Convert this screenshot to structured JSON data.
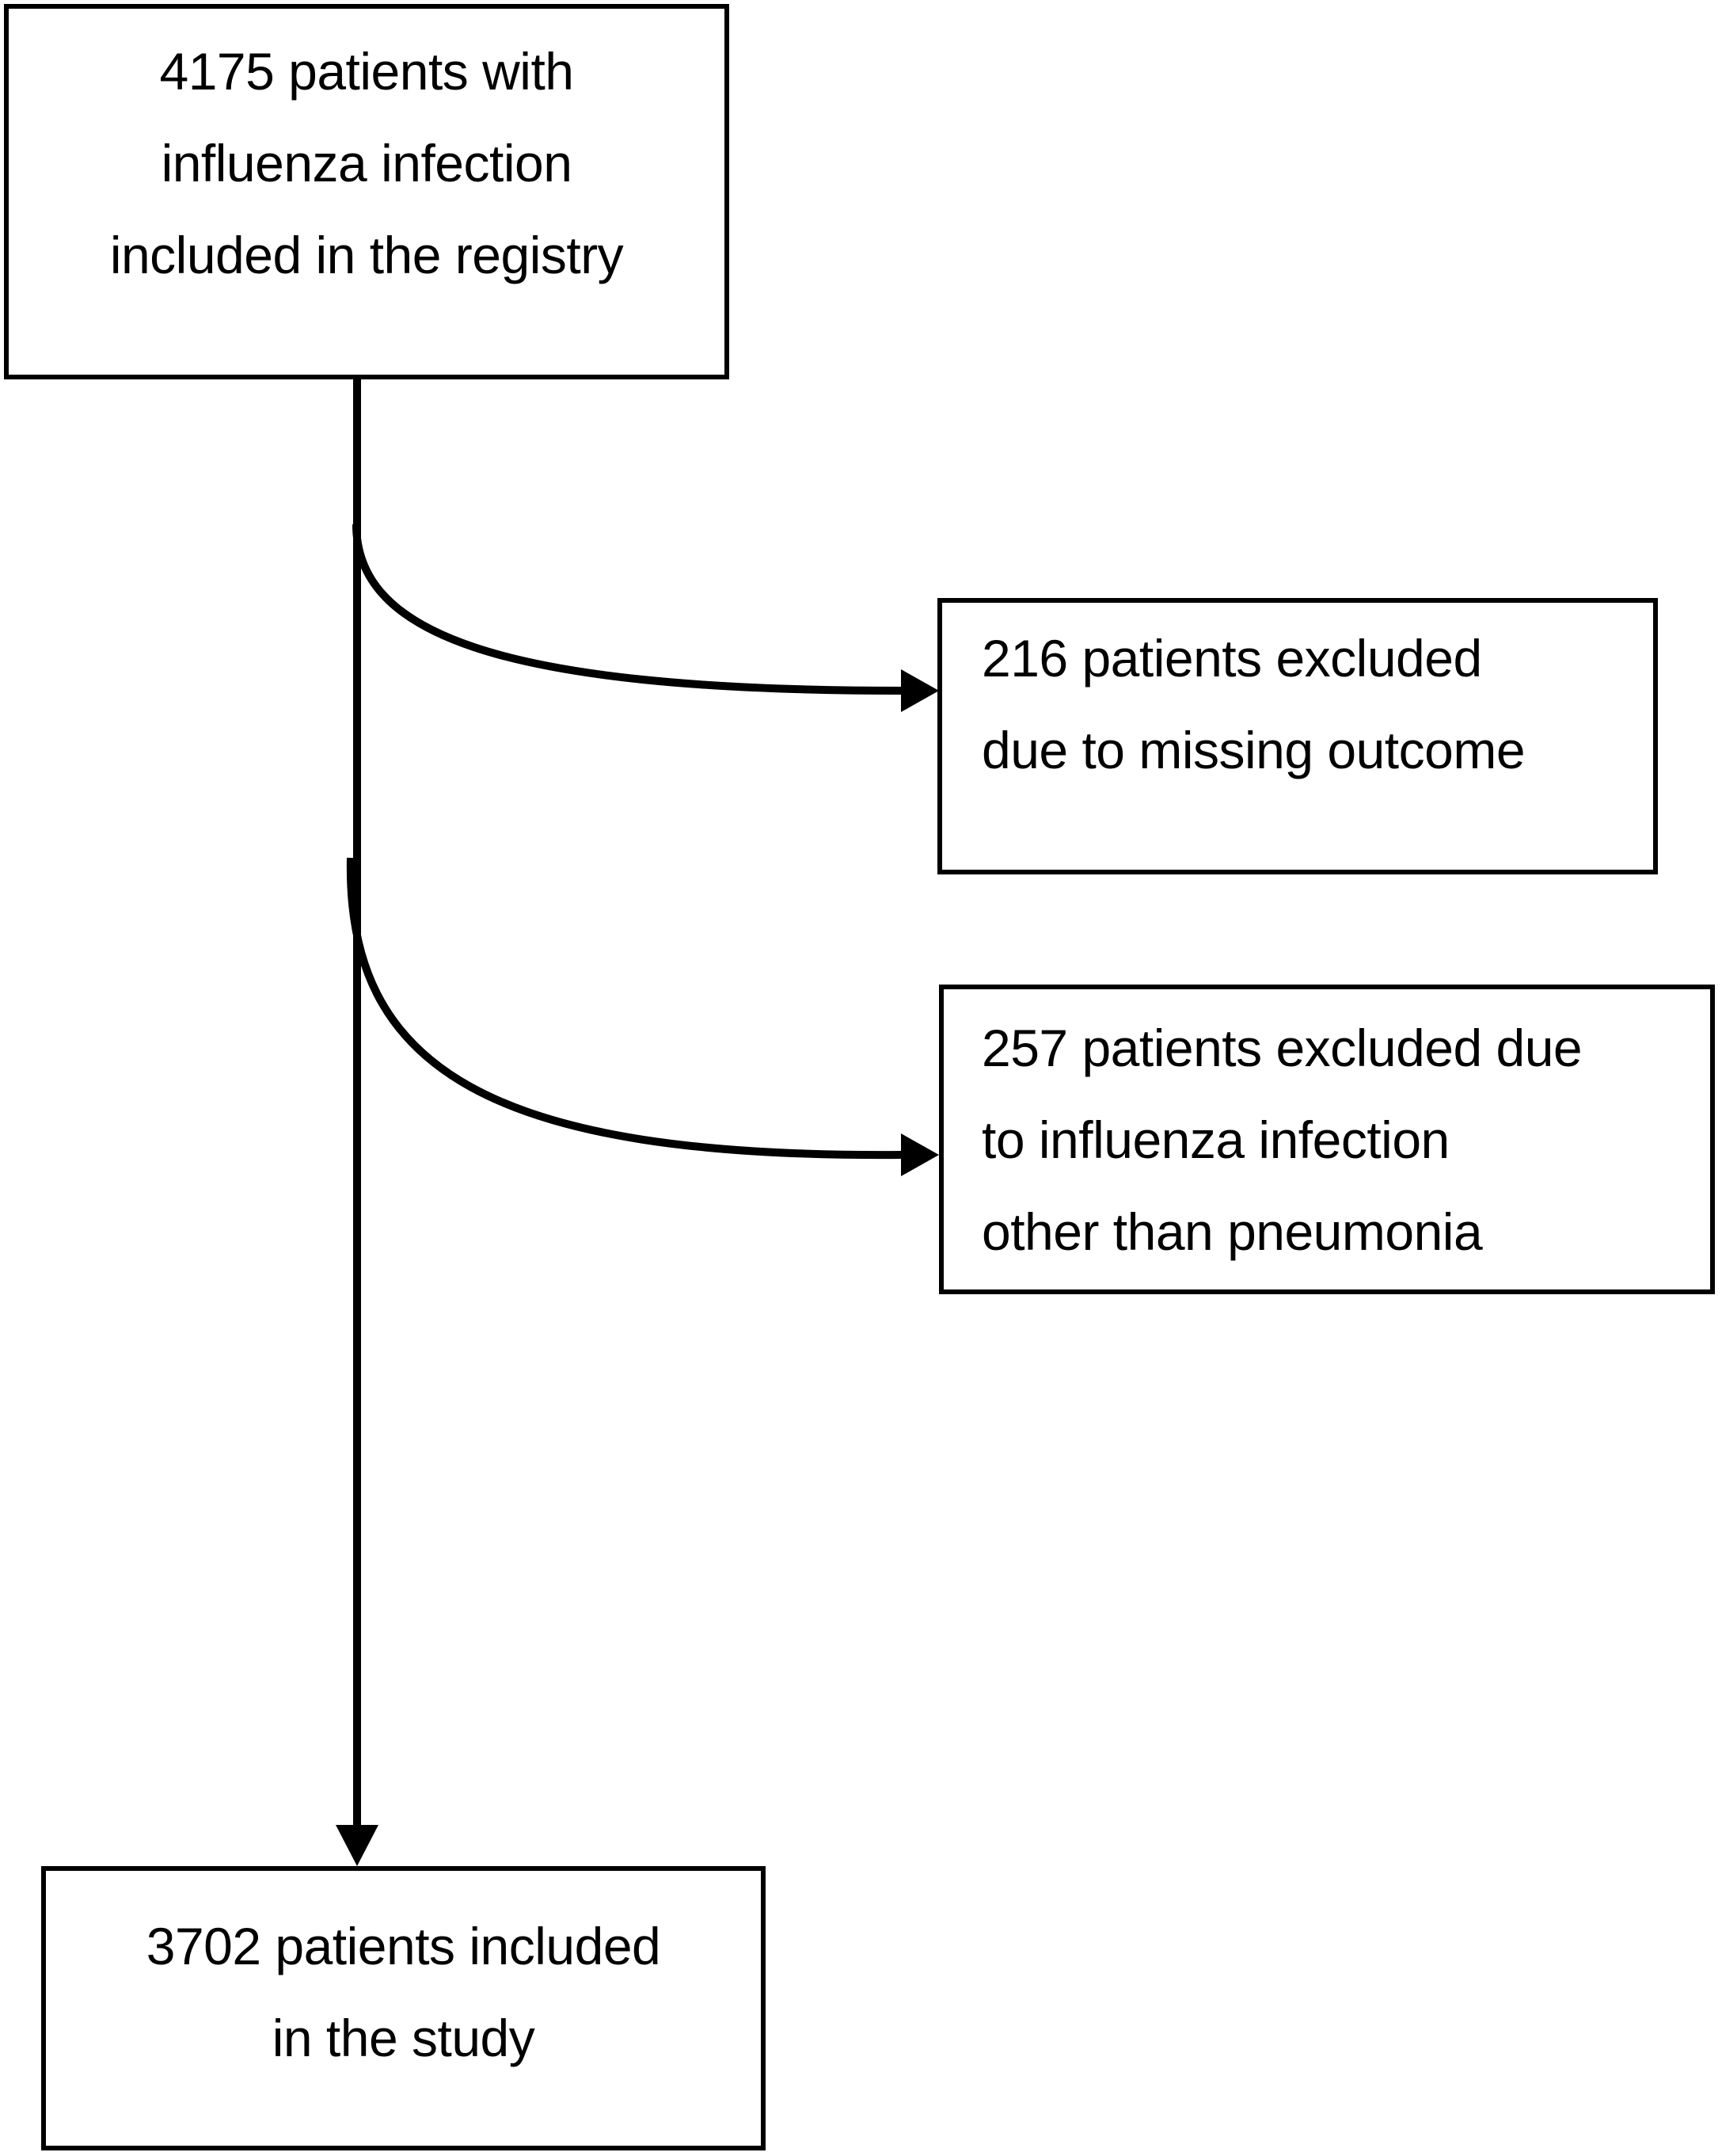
{
  "diagram": {
    "type": "patient-flow",
    "colors": {
      "background": "#ffffff",
      "box_border": "#000000",
      "text": "#000000",
      "arrow": "#000000"
    },
    "nodes": [
      {
        "id": "registry",
        "lines": [
          "4175 patients with",
          "influenza infection",
          "included in the registry"
        ]
      },
      {
        "id": "excluded_missing_outcome",
        "lines": [
          "216 patients excluded",
          "due to missing outcome"
        ]
      },
      {
        "id": "excluded_other_than_pneumonia",
        "lines": [
          "257 patients excluded due",
          "to influenza infection",
          "other than pneumonia"
        ]
      },
      {
        "id": "included_in_study",
        "lines": [
          "3702 patients included",
          "in the study"
        ]
      }
    ],
    "edges": [
      {
        "from": "registry",
        "to": "included_in_study",
        "style": "straight-down-arrow"
      },
      {
        "from": "registry",
        "to": "excluded_missing_outcome",
        "style": "curved-right-arrow"
      },
      {
        "from": "registry",
        "to": "excluded_other_than_pneumonia",
        "style": "curved-right-arrow"
      }
    ]
  }
}
